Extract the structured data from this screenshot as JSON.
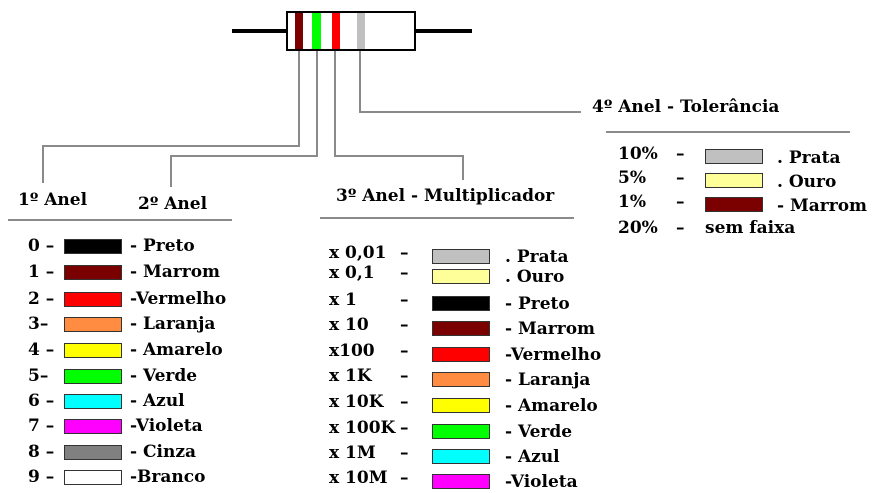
{
  "headings": {
    "ring1": "1º Anel",
    "ring2": "2º Anel",
    "ring3": "3º Anel - Multiplicador",
    "ring4": "4º Anel - Tolerância"
  },
  "digits": [
    {
      "value": "0 –",
      "label": "- Preto",
      "color": "#000000"
    },
    {
      "value": "1 –",
      "label": "- Marrom",
      "color": "#7b0000"
    },
    {
      "value": "2 –",
      "label": "-Vermelho",
      "color": "#ff0000"
    },
    {
      "value": "3–",
      "label": "- Laranja",
      "color": "#ff8c40"
    },
    {
      "value": "4 –",
      "label": "- Amarelo",
      "color": "#ffff00"
    },
    {
      "value": "5–",
      "label": "- Verde",
      "color": "#00ff00"
    },
    {
      "value": "6 –",
      "label": "- Azul",
      "color": "#00ffff"
    },
    {
      "value": "7 –",
      "label": "-Violeta",
      "color": "#ff00ff"
    },
    {
      "value": "8 –",
      "label": "- Cinza",
      "color": "#808080"
    },
    {
      "value": "9 –",
      "label": "-Branco",
      "color": "#ffffff"
    }
  ],
  "multipliers": [
    {
      "value": "x 0,01",
      "dash": "–",
      "label": ". Prata",
      "color": "#c0c0c0"
    },
    {
      "value": "x 0,1",
      "dash": "–",
      "label": ". Ouro",
      "color": "#ffff99"
    },
    {
      "value": "x 1",
      "dash": "–",
      "label": "- Preto",
      "color": "#000000"
    },
    {
      "value": "x 10",
      "dash": "–",
      "label": "- Marrom",
      "color": "#7b0000"
    },
    {
      "value": "x100",
      "dash": "–",
      "label": "-Vermelho",
      "color": "#ff0000"
    },
    {
      "value": "x 1K",
      "dash": "–",
      "label": "- Laranja",
      "color": "#ff8c40"
    },
    {
      "value": "x 10K",
      "dash": "–",
      "label": "- Amarelo",
      "color": "#ffff00"
    },
    {
      "value": "x 100K",
      "dash": "–",
      "label": "- Verde",
      "color": "#00ff00"
    },
    {
      "value": "x 1M",
      "dash": "–",
      "label": "- Azul",
      "color": "#00ffff"
    },
    {
      "value": "x 10M",
      "dash": "–",
      "label": "-Violeta",
      "color": "#ff00ff"
    }
  ],
  "tolerances": [
    {
      "value": "10%",
      "dash": "–",
      "label": ". Prata",
      "color": "#c0c0c0"
    },
    {
      "value": "5%",
      "dash": "–",
      "label": ". Ouro",
      "color": "#ffff99"
    },
    {
      "value": "1%",
      "dash": "–",
      "label": "- Marrom",
      "color": "#7b0000"
    },
    {
      "value": "20%",
      "dash": "–",
      "label": "sem faixa",
      "color": null
    }
  ],
  "resistor": {
    "body_color": "#ffffff",
    "band_colors": [
      "#7b0000",
      "#00ff00",
      "#ff0000",
      "#c0c0c0"
    ]
  }
}
